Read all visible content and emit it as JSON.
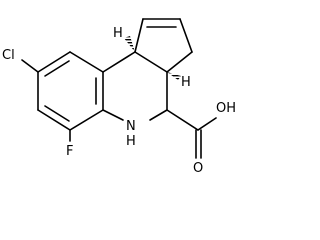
{
  "structure": {
    "atoms": [
      {
        "id": "cl",
        "symbol": "Cl"
      },
      {
        "id": "f",
        "symbol": "F"
      },
      {
        "id": "n",
        "symbol": "N",
        "h": "H"
      },
      {
        "id": "o",
        "symbol": "O"
      },
      {
        "id": "oh",
        "symbol": "OH"
      },
      {
        "id": "h1",
        "symbol": "H"
      },
      {
        "id": "h2",
        "symbol": "H"
      }
    ]
  }
}
